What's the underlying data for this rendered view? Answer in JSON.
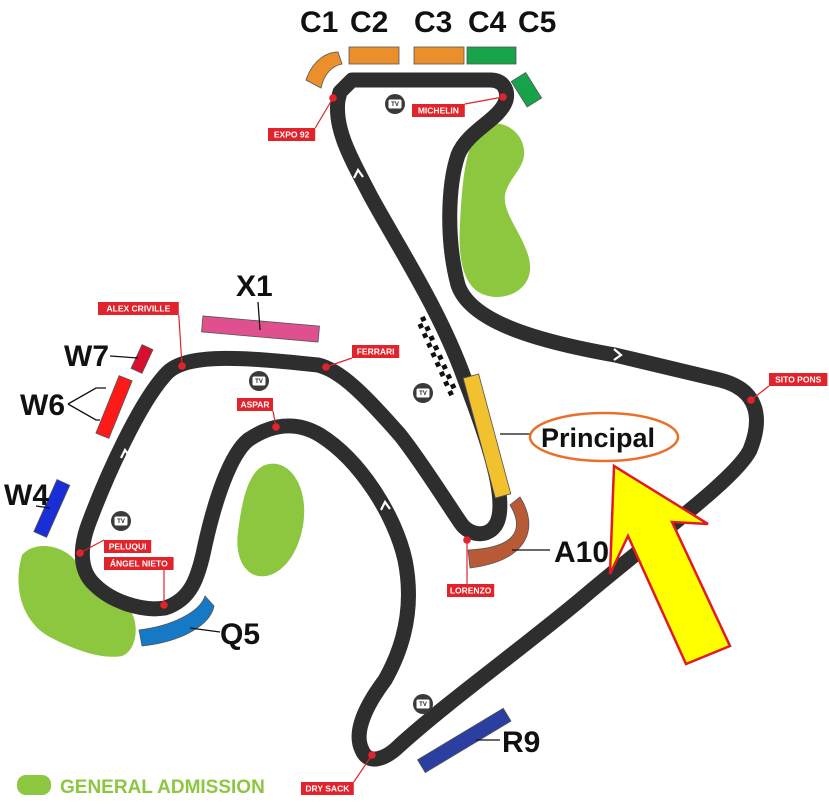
{
  "colors": {
    "track": "#2e2e2e",
    "general_admission": "#8dc63f",
    "corner_label_bg": "#e1232b",
    "arrow_fill": "#ffff00",
    "arrow_stroke": "#e01b24",
    "principal_ellipse": "#e8702a",
    "stand_orange": "#eb8f2c",
    "stand_green": "#17a34a",
    "stand_pink": "#e0508f",
    "stand_red_dark": "#d90f2f",
    "stand_red": "#ff1a1a",
    "stand_blue": "#1a2ed8",
    "stand_lightblue": "#1679c6",
    "stand_yellow": "#f2c12e",
    "stand_brown": "#b85a36",
    "stand_navy": "#2b3fa1"
  },
  "stands": {
    "c1": "C1",
    "c2": "C2",
    "c3": "C3",
    "c4": "C4",
    "c5": "C5",
    "x1": "X1",
    "w7": "W7",
    "w6": "W6",
    "w4": "W4",
    "a10": "A10",
    "q5": "Q5",
    "r9": "R9"
  },
  "corners": {
    "expo92": "EXPO 92",
    "michelin": "MICHELIN",
    "alex_criville": "ALEX CRIVILLE",
    "ferrari": "FERRARI",
    "aspar": "ASPAR",
    "sito_pons": "SITO PONS",
    "peluqui": "PELUQUI",
    "angel_nieto": "ÁNGEL NIETO",
    "lorenzo": "LORENZO",
    "dry_sack": "DRY SACK"
  },
  "principal_label": "Principal",
  "tv_label": "TV",
  "icons": {
    "tv": "tv-icon",
    "legend": "general-admission-swatch"
  },
  "legend": {
    "label": "GENERAL ADMISSION"
  }
}
